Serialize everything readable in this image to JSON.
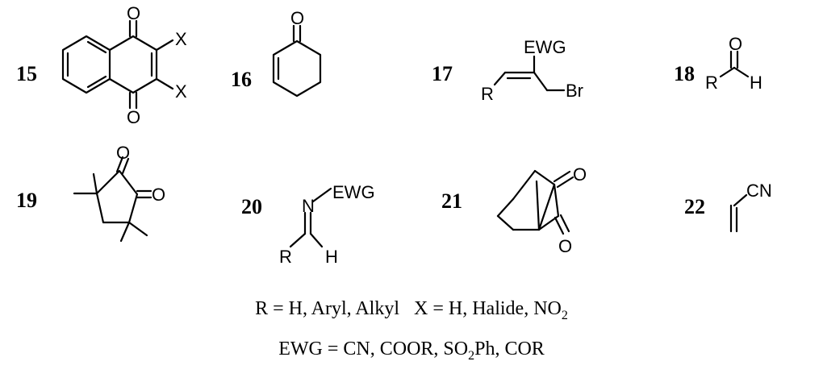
{
  "compounds": [
    {
      "number": "15",
      "labels": {
        "o_top": "O",
        "o_bottom": "O",
        "x_top": "X",
        "x_bottom": "X"
      }
    },
    {
      "number": "16",
      "labels": {
        "o": "O"
      }
    },
    {
      "number": "17",
      "labels": {
        "ewg": "EWG",
        "r": "R",
        "br": "Br"
      }
    },
    {
      "number": "18",
      "labels": {
        "o": "O",
        "r": "R",
        "h": "H"
      }
    },
    {
      "number": "19",
      "labels": {
        "o_top": "O",
        "o_right": "O"
      }
    },
    {
      "number": "20",
      "labels": {
        "n": "N",
        "ewg": "EWG",
        "r": "R",
        "h": "H"
      }
    },
    {
      "number": "21",
      "labels": {
        "o_top": "O",
        "o_bottom": "O"
      }
    },
    {
      "number": "22",
      "labels": {
        "cn": "CN"
      }
    }
  ],
  "legend": {
    "line1": {
      "r_text": "R = H, Aryl, Alkyl",
      "x_text": "X = H, Halide, NO",
      "x_sub": "2"
    },
    "line2": {
      "part1": "EWG = CN, COOR, SO",
      "sub": "2",
      "part2": "Ph, COR"
    }
  }
}
